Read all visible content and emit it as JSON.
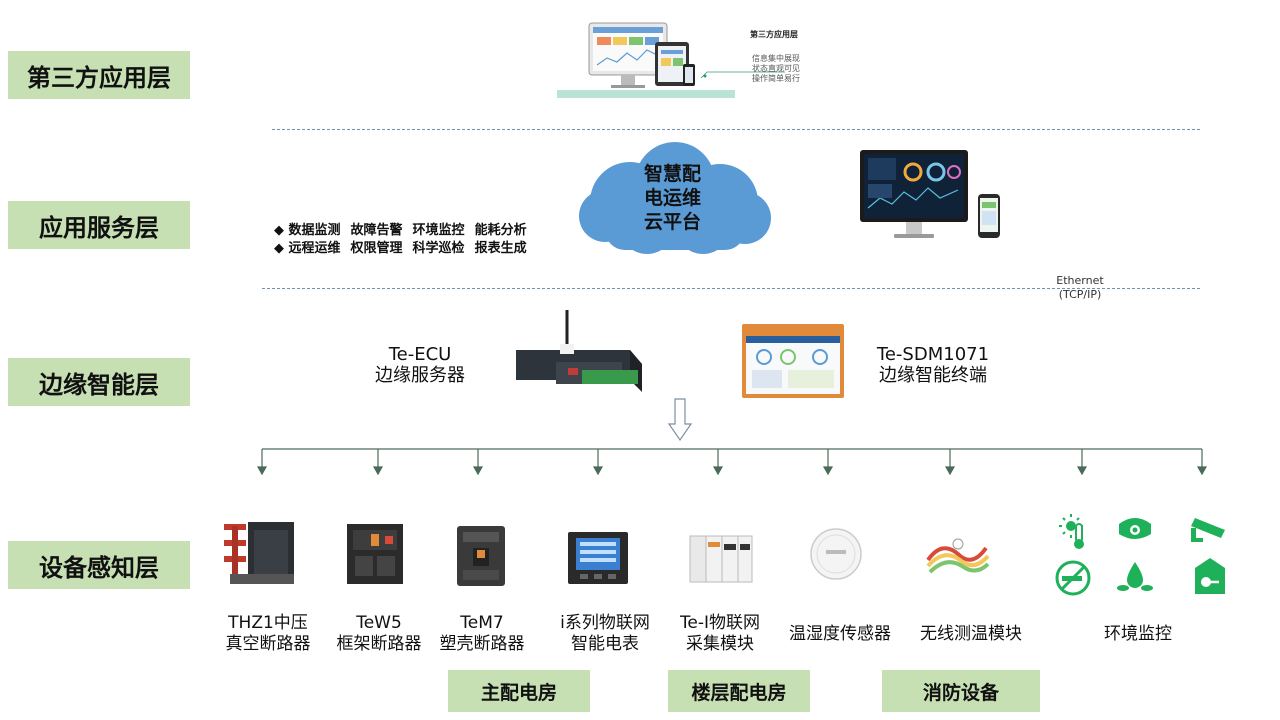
{
  "layers": {
    "third_party": "第三方应用层",
    "app_service": "应用服务层",
    "edge": "边缘智能层",
    "device": "设备感知层"
  },
  "third_party_panel": {
    "title": "第三方应用层",
    "lines": [
      "信息集中展现",
      "状态直观可见",
      "操作简单易行"
    ]
  },
  "cloud": {
    "lines": [
      "智慧配",
      "电运维",
      "云平台"
    ],
    "color": "#5b9bd5"
  },
  "features": {
    "row1": [
      "◆ 数据监测",
      "故障告警",
      "环境监控",
      "能耗分析"
    ],
    "row2": [
      "◆ 远程运维",
      "权限管理",
      "科学巡检",
      "报表生成"
    ]
  },
  "ethernet": {
    "line1": "Ethernet",
    "line2": "(TCP/IP)"
  },
  "edge_devices": [
    {
      "model": "Te-ECU",
      "name": "边缘服务器"
    },
    {
      "model": "Te-SDM1071",
      "name": "边缘智能终端"
    }
  ],
  "devices": [
    {
      "line1": "THZ1中压",
      "line2": "真空断路器",
      "icon": "vacuum-breaker-icon"
    },
    {
      "line1": "TeW5",
      "line2": "框架断路器",
      "icon": "frame-breaker-icon"
    },
    {
      "line1": "TeM7",
      "line2": "塑壳断路器",
      "icon": "mccb-icon"
    },
    {
      "line1": "i系列物联网",
      "line2": "智能电表",
      "icon": "smart-meter-icon"
    },
    {
      "line1": "Te-I物联网",
      "line2": "采集模块",
      "icon": "acquisition-module-icon"
    },
    {
      "line1": "温湿度传感器",
      "line2": "",
      "icon": "temp-humidity-sensor-icon"
    },
    {
      "line1": "无线测温模块",
      "line2": "",
      "icon": "wireless-temp-module-icon"
    },
    {
      "line1": "环境监控",
      "line2": "",
      "icon": "environment-monitor-icon"
    }
  ],
  "zones": [
    "主配电房",
    "楼层配电房",
    "消防设备"
  ],
  "colors": {
    "layer_bg": "#c6e0b4",
    "env_icon": "#1fb05a",
    "tree_line": "#4a6b5a",
    "dash": "#6f8fb5"
  }
}
